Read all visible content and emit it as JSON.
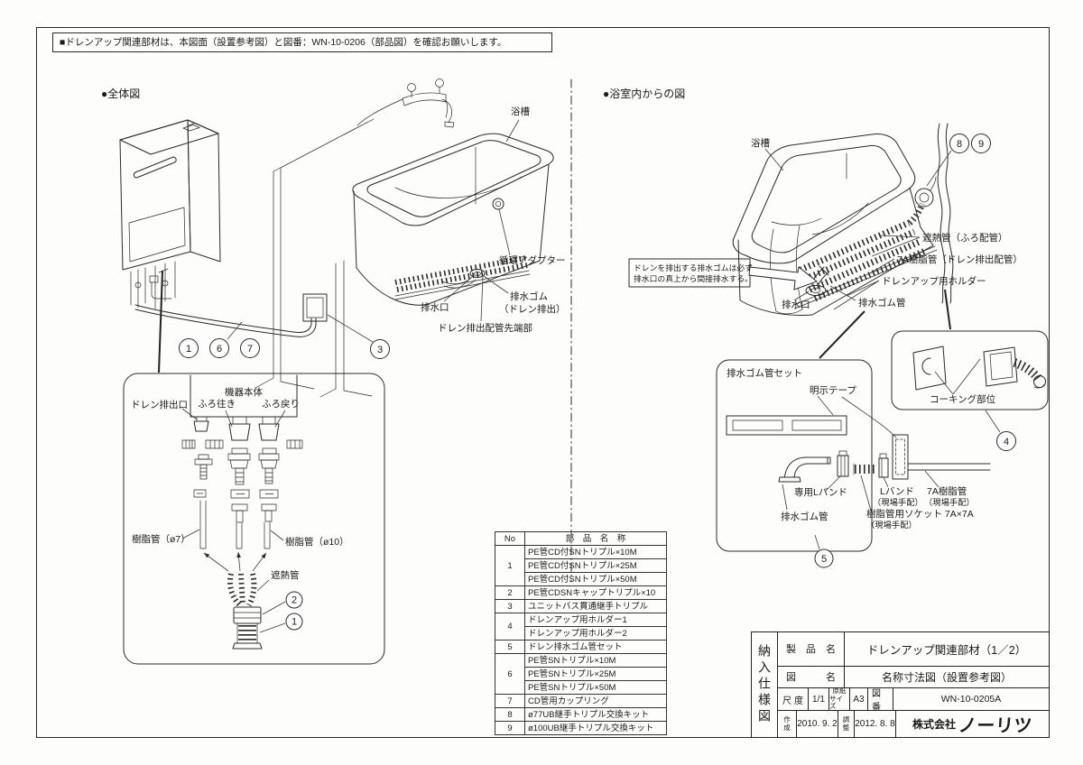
{
  "header": {
    "note": "■ドレンアップ関連部材は、本図面（設置参考図）と図番：WN-10-0206（部品図）を確認お願いします。"
  },
  "overall_figure": {
    "title": "●全体図",
    "bathtub": "浴槽",
    "circulation_adapter": "循環アダプター",
    "drain_rubber_1": "排水ゴム",
    "drain_rubber_2": "（ドレン排出）",
    "drain_outlet": "排水口",
    "drain_pipe_tip": "ドレン排出配管先端部",
    "inset": {
      "unit_body": "機器本体",
      "drain_port": "ドレン排出口",
      "furo_supply": "ふろ往き",
      "furo_return": "ふろ戻り",
      "resin_pipe_7": "樹脂管（ø7）",
      "resin_pipe_10": "樹脂管（ø10）",
      "heat_shield": "遮熱管"
    }
  },
  "bathroom_figure": {
    "title": "●浴室内からの図",
    "bathtub": "浴槽",
    "heat_shield_pipe": "遮熱管（ふろ配管）",
    "resin_pipe_7a": "7A樹脂管（ドレン排出配管）",
    "drainup_holder": "ドレンアップ用ホルダー",
    "drain_outlet": "排水口",
    "drain_hose": "排水ゴム管",
    "note_line1": "ドレンを排出する排水ゴムは必ず",
    "note_line2": "排水口の真上から間接排水する。",
    "hose_set": {
      "title": "排水ゴム管セット",
      "tape": "明示テープ",
      "l_band": "専用Lバンド",
      "hose": "排水ゴム管"
    },
    "caulking": "コーキング部位",
    "field": {
      "l_band": "Lバンド",
      "l_band_note": "（現場手配）",
      "pipe_7a": "7A樹脂管",
      "pipe_7a_note": "（現場手配）",
      "socket": "樹脂管用ソケット 7A×7A",
      "socket_note": "（現場手配）"
    }
  },
  "callouts": {
    "n1": "1",
    "n2": "2",
    "n3": "3",
    "n4": "4",
    "n5": "5",
    "n6": "6",
    "n7": "7",
    "n8": "8",
    "n9": "9"
  },
  "parts_table": {
    "header_no": "No",
    "header_name": "部　品　名　称",
    "rows": [
      {
        "no": "1",
        "name": "PE管CD付SNトリプル×10M"
      },
      {
        "name": "PE管CD付SNトリプル×25M"
      },
      {
        "name": "PE管CD付SNトリプル×50M"
      },
      {
        "no": "2",
        "name": "PE管CDSNキャップトリプル×10"
      },
      {
        "no": "3",
        "name": "ユニットバス貫通継手トリプル"
      },
      {
        "no": "4",
        "name": "ドレンアップ用ホルダー1"
      },
      {
        "name": "ドレンアップ用ホルダー2"
      },
      {
        "no": "5",
        "name": "ドレン排水ゴム管セット"
      },
      {
        "no": "6",
        "name": "PE管SNトリプル×10M"
      },
      {
        "name": "PE管SNトリプル×25M"
      },
      {
        "name": "PE管SNトリプル×50M"
      },
      {
        "no": "7",
        "name": "CD管用カップリング"
      },
      {
        "no": "8",
        "name": "ø77UB継手トリプル交換キット"
      },
      {
        "no": "9",
        "name": "ø100UB継手トリプル交換キット"
      }
    ]
  },
  "title_block": {
    "doc_type": "納入仕様図",
    "product_label": "製品名",
    "product_value": "ドレンアップ関連部材（1／2）",
    "drawing_label": "図名",
    "drawing_value": "名称寸法図（設置参考図）",
    "scale_label": "尺度",
    "scale_value": "1/1",
    "paper_label_top": "原紙",
    "paper_label_bottom": "サイズ",
    "paper_value": "A3",
    "dwg_no_label": "図番",
    "dwg_no_value": "WN-10-0205A",
    "created_label_top": "作",
    "created_label_bottom": "成",
    "created_value": "2010. 9. 2",
    "adjusted_label_top": "調",
    "adjusted_label_bottom": "整",
    "adjusted_value": "2012. 8. 8",
    "company_prefix": "株式会社",
    "company_name": "ノーリツ"
  }
}
